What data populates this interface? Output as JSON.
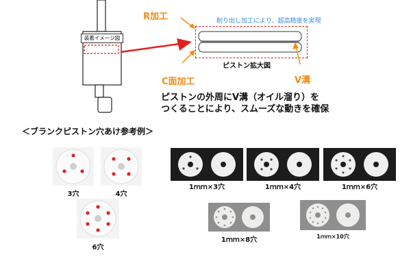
{
  "top": {
    "install_caption": "装着イメージ図",
    "r_label": "R加工",
    "note_blue": "削り出し加工により、超高精度を実現",
    "piston_caption": "ピストン拡大図",
    "c_label": "C面加工",
    "v_label": "V溝",
    "description": [
      "ピストンの外周にV溝（オイル溜り）を",
      "つくることにより、スムーズな動きを確保"
    ]
  },
  "section_title": "＜ブランクピストン穴あけ参考例＞",
  "examples": {
    "hole3": "3穴",
    "hole4": "4穴",
    "hole6": "6穴",
    "mm3": "1ｍｍ×3穴",
    "mm4": "1ｍｍ×4穴",
    "mm6": "1ｍｍ×6穴",
    "mm8": "1ｍｍ×8穴",
    "mm10": "1ｍｍ×10穴"
  },
  "colors": {
    "accent_orange": "#f08a18",
    "note_blue": "#2f8fe0",
    "arrow_red": "#e0201e",
    "hole_red": "#e02424"
  }
}
